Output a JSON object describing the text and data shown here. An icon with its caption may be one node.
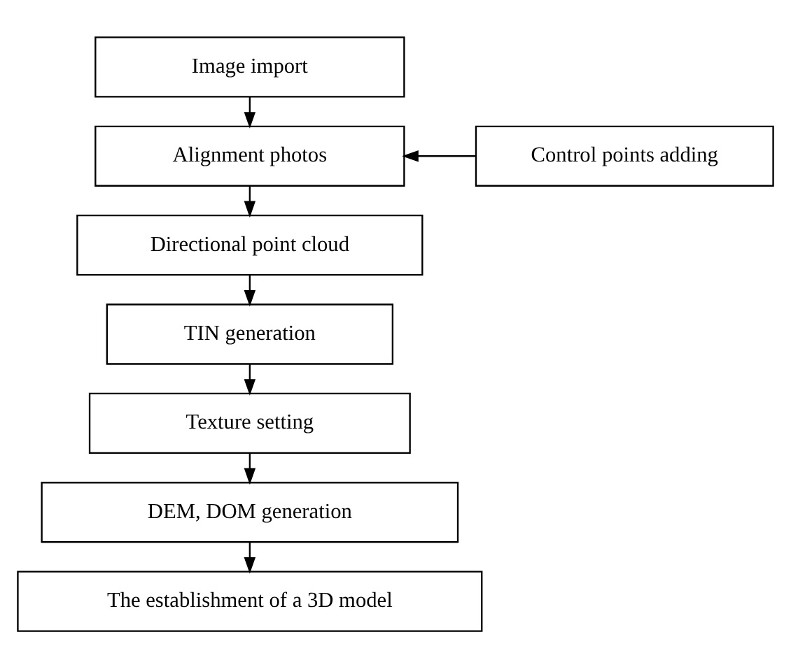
{
  "diagram": {
    "nodes": [
      {
        "text": [
          "Image import"
        ]
      },
      {
        "text": [
          "Alignment photos"
        ]
      },
      {
        "text": [
          "Control points adding"
        ]
      },
      {
        "text": [
          "Directional point cloud"
        ]
      },
      {
        "text": [
          "TIN generation"
        ]
      },
      {
        "text": [
          "Texture setting"
        ]
      },
      {
        "text": [
          "DEM, DOM generation"
        ]
      },
      {
        "text": [
          "The establishment of a 3D model"
        ]
      }
    ],
    "edges": [
      {
        "from": 0,
        "to": 1,
        "arrow": "to"
      },
      {
        "from": 2,
        "to": 1,
        "arrow": "to"
      },
      {
        "from": 1,
        "to": 3,
        "arrow": "to"
      },
      {
        "from": 3,
        "to": 4,
        "arrow": "to"
      },
      {
        "from": 4,
        "to": 5,
        "arrow": "to"
      },
      {
        "from": 5,
        "to": 6,
        "arrow": "to"
      },
      {
        "from": 6,
        "to": 7,
        "arrow": "to"
      }
    ]
  }
}
